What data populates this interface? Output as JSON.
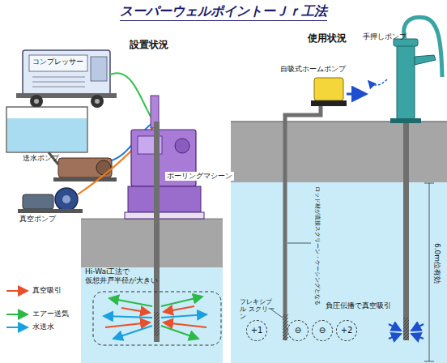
{
  "diagram": {
    "title": "スーパーウェルポイントーＪｒ工法",
    "nodes": [
      {
        "text": [
          "Hi-Wai工法で 仮想井戸半径が大きい"
        ]
      },
      {
        "text": [
          "+1"
        ]
      },
      {
        "text": [
          "⊖"
        ]
      },
      {
        "text": [
          "⊖"
        ]
      },
      {
        "text": [
          "+2"
        ]
      }
    ],
    "labels": [
      "設置状況",
      "使用状況",
      "コンプレッサー",
      "送水ポンプ",
      "真空ポンプ",
      "ボーリングマシーン",
      "自吸式ホームポンプ",
      "手押しポンプ",
      "ロッド材が直接スクリーン・ケーシングとなる",
      "フレキシブル スクリーン",
      "負圧伝播で真空吸引",
      "6.0m位有効"
    ],
    "legend": [
      {
        "text": "真空吸引"
      },
      {
        "text": "エアー送気"
      },
      {
        "text": "水送水"
      }
    ]
  }
}
